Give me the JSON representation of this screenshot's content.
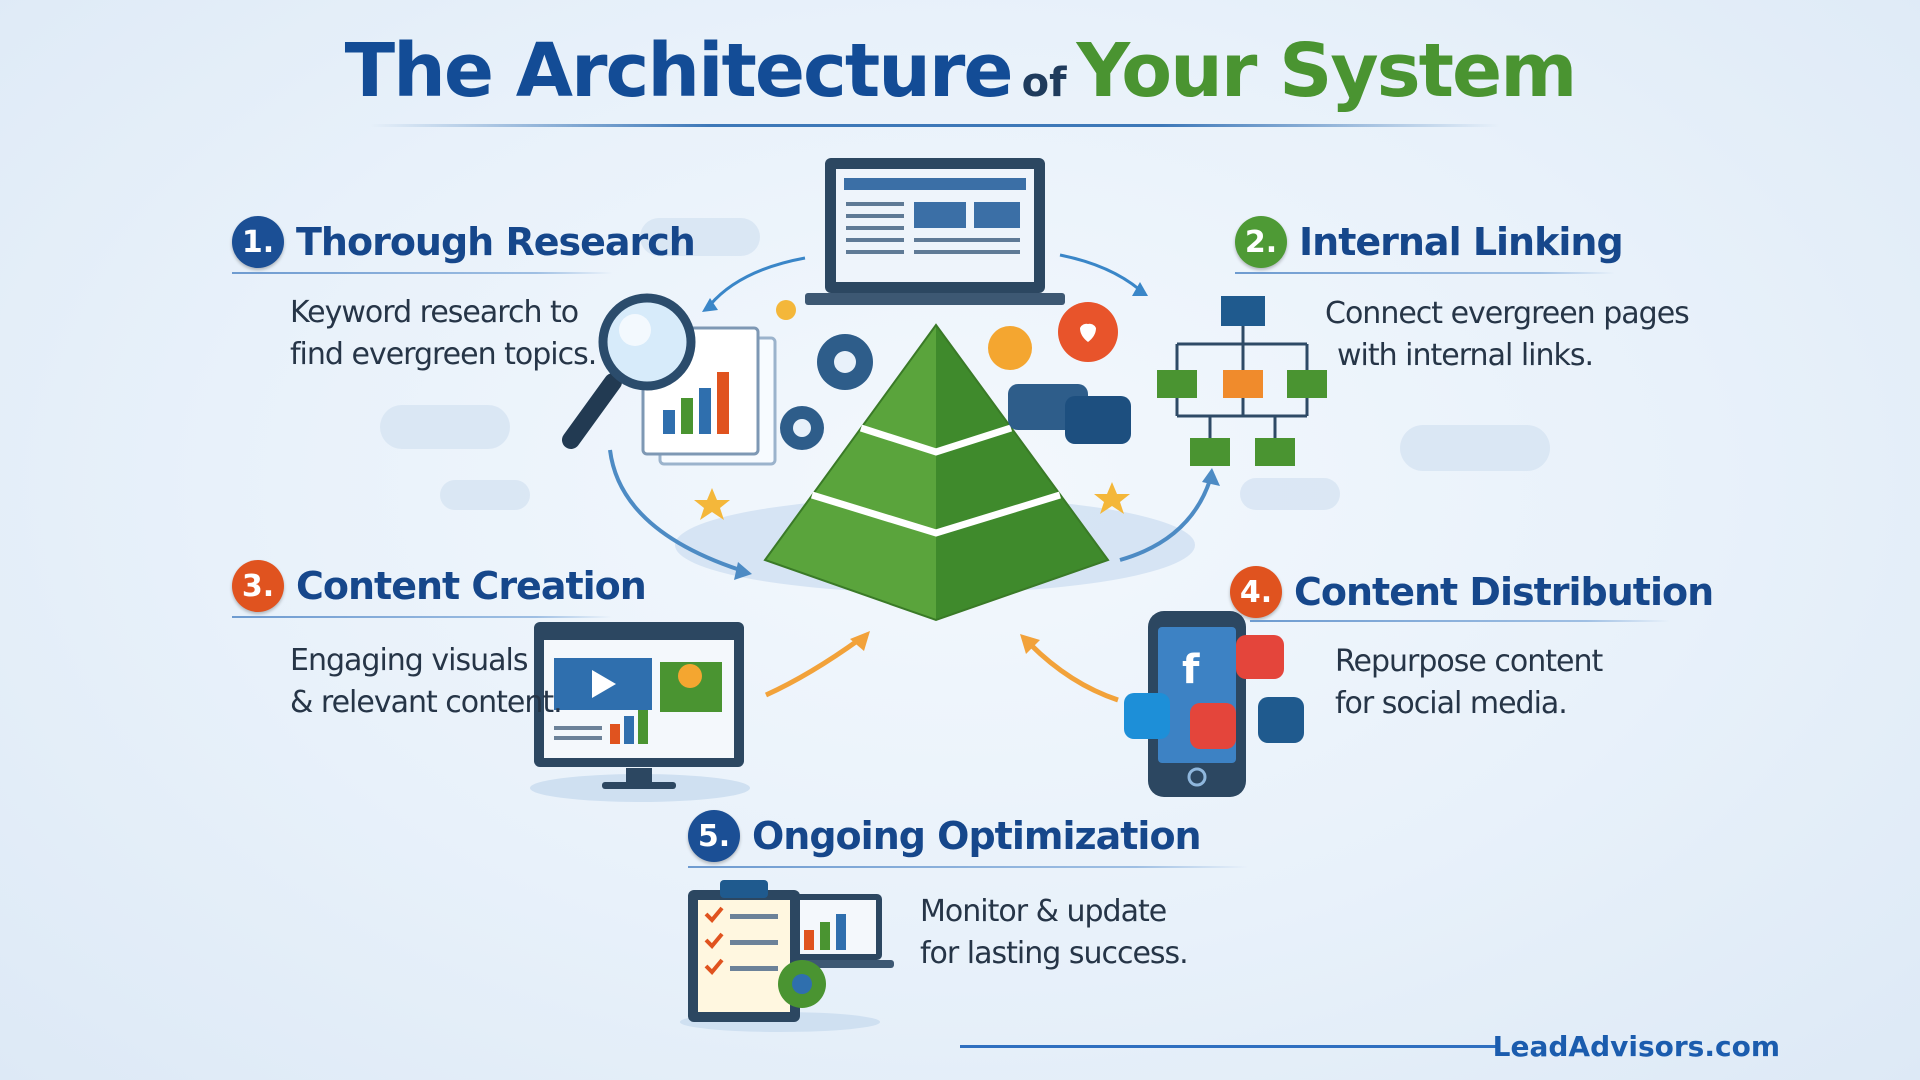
{
  "title": {
    "part1": "The Architecture",
    "part2": "of",
    "part3": "Your System"
  },
  "steps": [
    {
      "number": "1.",
      "heading": "Thorough Research",
      "lines": [
        "Keyword research to",
        "find evergreen topics."
      ],
      "color": "#1b4f95"
    },
    {
      "number": "2.",
      "heading": "Internal Linking",
      "lines": [
        "Connect evergreen pages",
        "with internal links."
      ],
      "color": "#4e9a35"
    },
    {
      "number": "3.",
      "heading": "Content Creation",
      "lines": [
        "Engaging visuals",
        "& relevant content."
      ],
      "color": "#e0531f"
    },
    {
      "number": "4.",
      "heading": "Content Distribution",
      "lines": [
        "Repurpose content",
        "for social media."
      ],
      "color": "#e0531f"
    },
    {
      "number": "5.",
      "heading": "Ongoing Optimization",
      "lines": [
        "Monitor & update",
        "for lasting success."
      ],
      "color": "#1b4f95"
    }
  ],
  "brand": "LeadAdvisors.com",
  "colors": {
    "navy": "#134c96",
    "green": "#4a9431",
    "orange": "#e0531f",
    "arrow_blue": "#3a86c8",
    "arrow_orange": "#f2a23a"
  }
}
